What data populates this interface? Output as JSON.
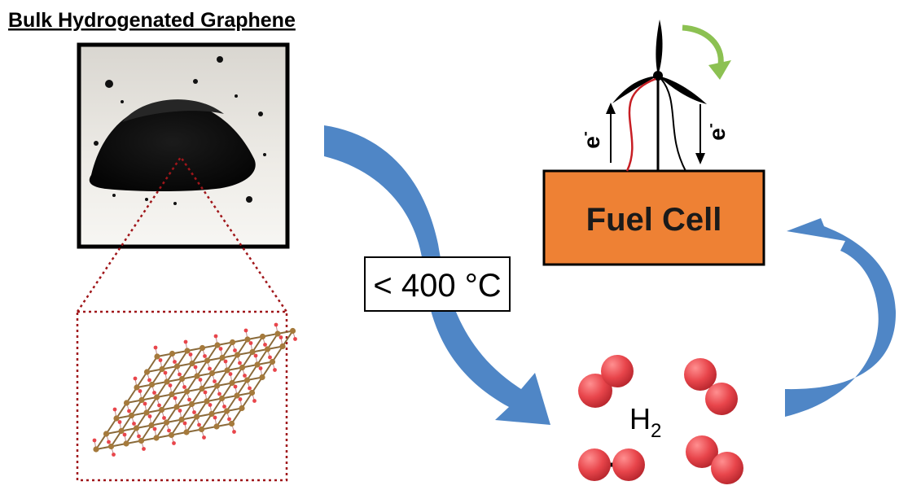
{
  "title": "Bulk Hydrogenated Graphene",
  "process": {
    "temperature_label": "< 400 °C"
  },
  "fuel_cell": {
    "label": "Fuel Cell"
  },
  "electrons": {
    "out_label": "e",
    "out_sup": "-",
    "in_label": "e",
    "in_sup": "-"
  },
  "hydrogen": {
    "label": "H",
    "subscript": "2"
  },
  "colors": {
    "flow_arrow": "#4f86c6",
    "fuel_cell_fill": "#ee8134",
    "hydrogen_atom": "#e8454b",
    "carbon_atom": "#a57a3c",
    "curved_arrow": "#8cc152",
    "zoom_outline": "#a0161a"
  },
  "icons": [
    "wind-turbine-icon",
    "rotation-arrow-icon",
    "hydrogen-molecule-icon",
    "graphene-lattice-icon"
  ]
}
